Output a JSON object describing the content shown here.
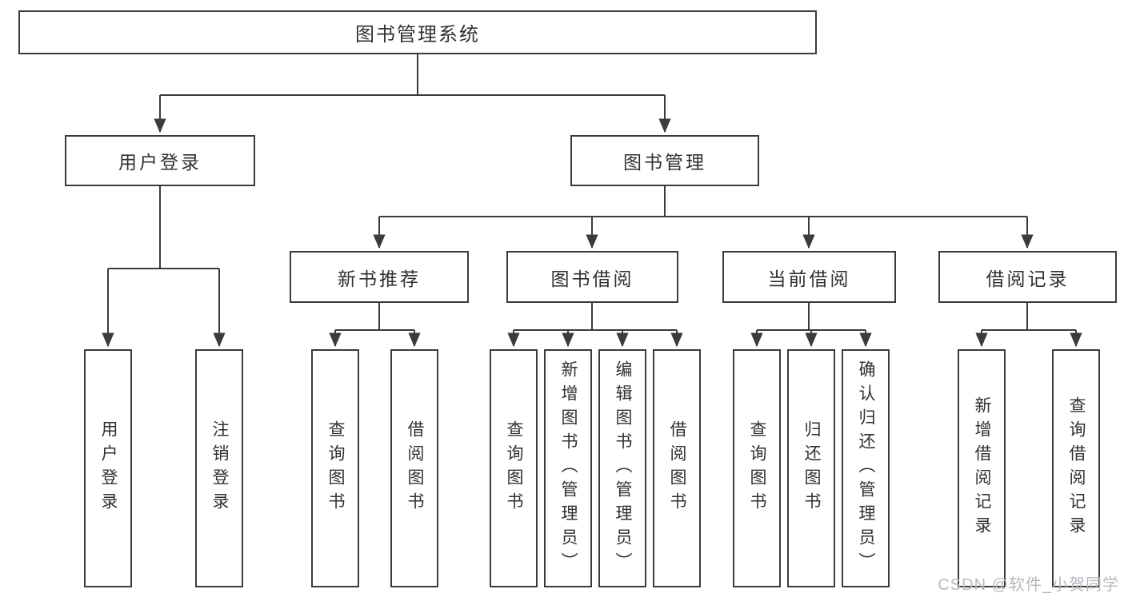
{
  "diagram": {
    "nodes": {
      "root": {
        "label": "图书管理系统"
      },
      "userLogin": {
        "label": "用户登录"
      },
      "bookMgmt": {
        "label": "图书管理"
      },
      "loginUser": {
        "label": "用户登录"
      },
      "loginLogout": {
        "label": "注销登录"
      },
      "newBookRec": {
        "label": "新书推荐"
      },
      "bookBorrow": {
        "label": "图书借阅"
      },
      "currentBorrow": {
        "label": "当前借阅"
      },
      "borrowRecords": {
        "label": "借阅记录"
      },
      "recQuery": {
        "label": "查询图书"
      },
      "recBorrow": {
        "label": "借阅图书"
      },
      "bbQuery": {
        "label": "查询图书"
      },
      "bbAdd": {
        "label": "新增图书（管理员）"
      },
      "bbEdit": {
        "label": "编辑图书（管理员）"
      },
      "bbBorrow": {
        "label": "借阅图书"
      },
      "cbQuery": {
        "label": "查询图书"
      },
      "cbReturn": {
        "label": "归还图书"
      },
      "cbConfirm": {
        "label": "确认归还（管理员）"
      },
      "brAdd": {
        "label": "新增借阅记录"
      },
      "brQuery": {
        "label": "查询借阅记录"
      }
    },
    "colors": {
      "line": "#3b3b3e",
      "text": "#303030",
      "watermark": "#b4b8be"
    }
  },
  "watermark": {
    "text": "CSDN @软件_小贺同学"
  }
}
